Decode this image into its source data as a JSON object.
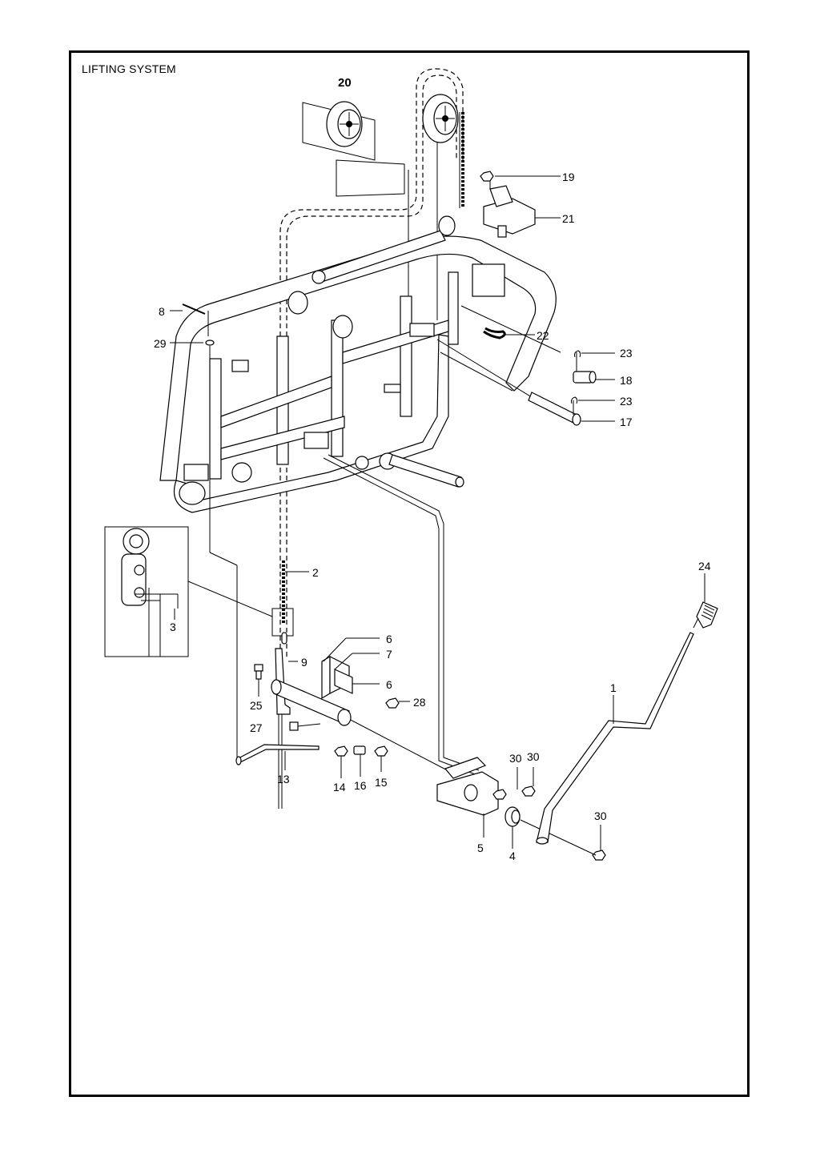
{
  "title": "LIFTING SYSTEM",
  "callouts": {
    "c1": "1",
    "c2": "2",
    "c3": "3",
    "c4": "4",
    "c5": "5",
    "c6a": "6",
    "c6b": "6",
    "c7": "7",
    "c8": "8",
    "c9": "9",
    "c13": "13",
    "c14": "14",
    "c15": "15",
    "c16": "16",
    "c17": "17",
    "c18": "18",
    "c19": "19",
    "c20": "20",
    "c21": "21",
    "c22": "22",
    "c23a": "23",
    "c23b": "23",
    "c24": "24",
    "c25": "25",
    "c27": "27",
    "c28": "28",
    "c29": "29",
    "c30a": "30",
    "c30b": "30",
    "c30c": "30"
  }
}
